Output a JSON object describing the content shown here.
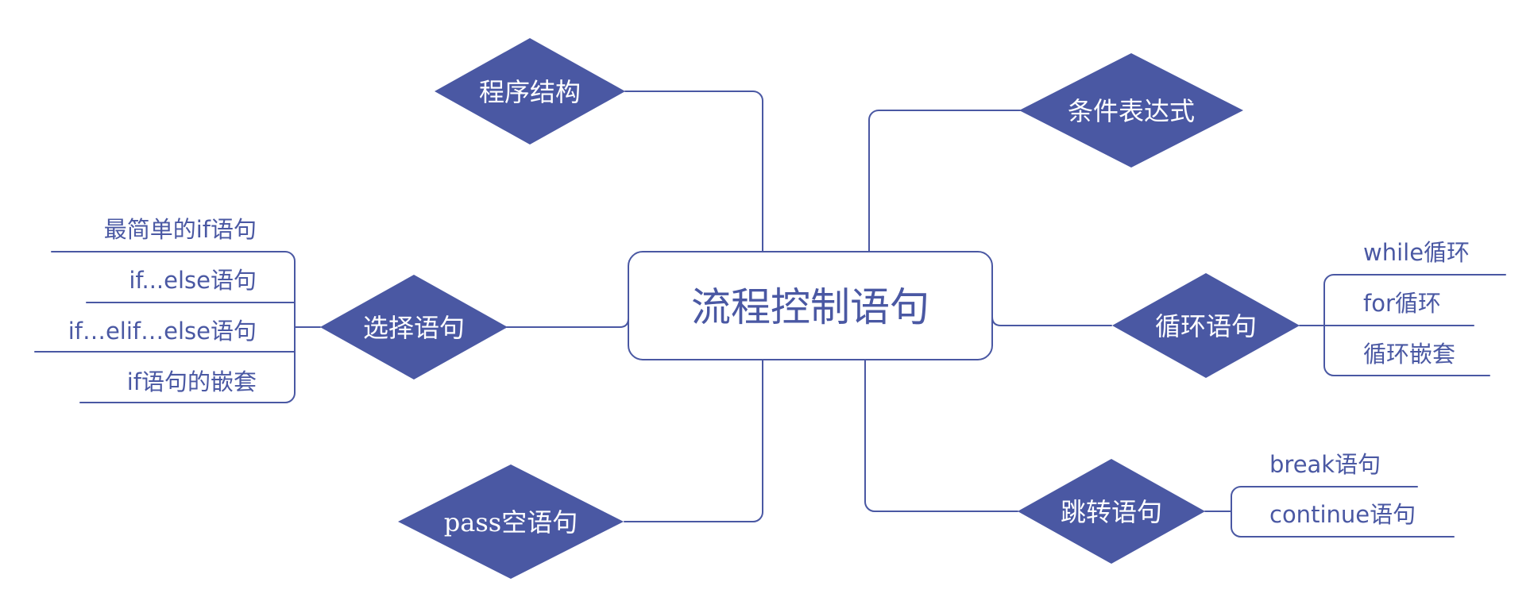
{
  "colors": {
    "primary": "#4a58a3",
    "on_primary": "#ffffff",
    "background": "#ffffff"
  },
  "center": {
    "label": "流程控制语句"
  },
  "branches": {
    "program_structure": {
      "label": "程序结构"
    },
    "conditional_expression": {
      "label": "条件表达式"
    },
    "selection": {
      "label": "选择语句",
      "items": [
        "最简单的if语句",
        "if...else语句",
        "if…elif…else语句",
        "if语句的嵌套"
      ]
    },
    "loop": {
      "label": "循环语句",
      "items": [
        "while循环",
        "for循环",
        "循环嵌套"
      ]
    },
    "pass": {
      "label": "pass空语句"
    },
    "jump": {
      "label": "跳转语句",
      "items": [
        "break语句",
        "continue语句"
      ]
    }
  }
}
